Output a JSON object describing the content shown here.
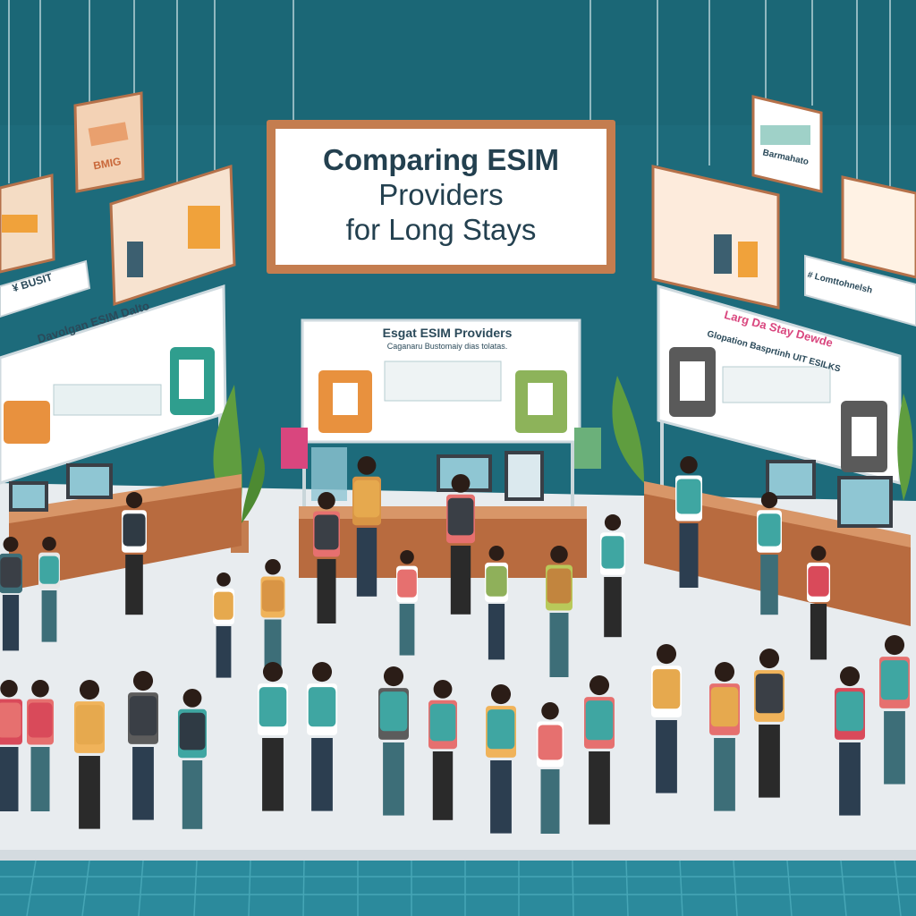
{
  "banner": {
    "title_lines": [
      "Comparing ESIM",
      "Providers",
      "for Long Stays"
    ]
  },
  "boards": {
    "left_heading": "Davolgan ESIM Dalto",
    "center_heading": "Esgat ESIM Providers",
    "center_subheading": "Caganaru Bustomaiy dias tolatas.",
    "right_heading": "Larg Da Stay Dewde",
    "right_subheading": "Glopation Basprtinh UIT ESILKS"
  },
  "signs": {
    "left_small": "BMIG",
    "left_lower": "¥ BUSIT",
    "right_top": "Barmahato",
    "right_lower": "# Lomttohnelsh"
  },
  "colors": {
    "wall": "#1d6c7c",
    "floor": "#e7ebef",
    "banner_frame": "#c47d4f",
    "card_orange": "#e8913e",
    "card_teal": "#2f9e8e",
    "card_green": "#8db35a",
    "card_pink": "#d9467e"
  }
}
